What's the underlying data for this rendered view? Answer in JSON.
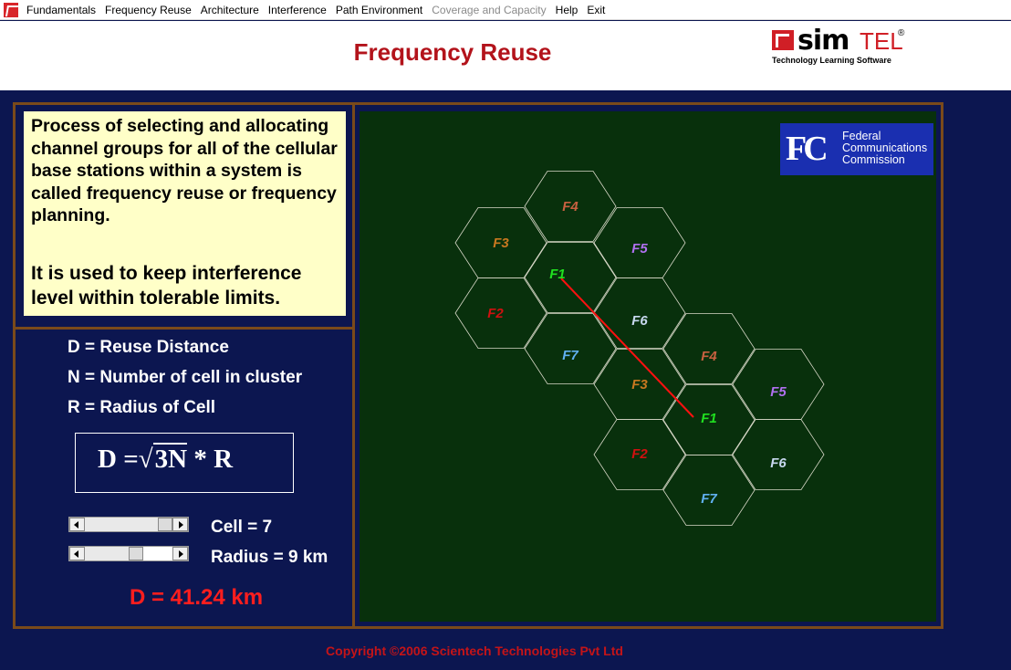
{
  "menu": {
    "items": [
      {
        "label": "Fundamentals",
        "enabled": true
      },
      {
        "label": "Frequency Reuse",
        "enabled": true
      },
      {
        "label": "Architecture",
        "enabled": true
      },
      {
        "label": "Interference",
        "enabled": true
      },
      {
        "label": "Path Environment",
        "enabled": true
      },
      {
        "label": "Coverage and Capacity",
        "enabled": false
      },
      {
        "label": "Help",
        "enabled": true
      },
      {
        "label": "Exit",
        "enabled": true
      }
    ]
  },
  "header": {
    "title": "Frequency Reuse",
    "logo_main": "sim",
    "logo_secondary": "TEL",
    "logo_reg": "®",
    "logo_tagline": "Technology Learning Software",
    "logo_color": "#d01f26"
  },
  "description": {
    "paragraph1": "Process of selecting and allocating channel groups for all of the cellular base stations within a system is called frequency reuse or frequency planning.",
    "paragraph2": "It is used to keep interference level within tolerable limits."
  },
  "legend": {
    "d": "D = Reuse Distance",
    "n": "N = Number of cell in cluster",
    "r": "R =  Radius of Cell"
  },
  "formula": {
    "lhs": "D =",
    "radical": "√",
    "radicand": "3N",
    "rhs": " * R"
  },
  "controls": {
    "cell_label": "Cell = 7",
    "radius_label": "Radius = 9 km",
    "cell_slider_fraction": 1.0,
    "radius_slider_fraction": 0.6
  },
  "result": {
    "text": "D = 41.24 km",
    "color": "#ff1e1e"
  },
  "fcc": {
    "mark": "FC",
    "line1": "Federal",
    "line2": "Communications",
    "line3": "Commission",
    "bg_color": "#1a2fb0"
  },
  "cells": [
    {
      "label": "F4",
      "color": "#c86040"
    },
    {
      "label": "F3",
      "color": "#c87820"
    },
    {
      "label": "F5",
      "color": "#b070f0"
    },
    {
      "label": "F1",
      "color": "#20e020"
    },
    {
      "label": "F2",
      "color": "#d01010"
    },
    {
      "label": "F6",
      "color": "#c8d8f0"
    },
    {
      "label": "F7",
      "color": "#60b0f0"
    },
    {
      "label": "F4",
      "color": "#c86040"
    },
    {
      "label": "F3",
      "color": "#c87820"
    },
    {
      "label": "F5",
      "color": "#b070f0"
    },
    {
      "label": "F1",
      "color": "#20e020"
    },
    {
      "label": "F2",
      "color": "#d01010"
    },
    {
      "label": "F6",
      "color": "#c8d8f0"
    },
    {
      "label": "F7",
      "color": "#60b0f0"
    }
  ],
  "reuse_line_color": "#ff1010",
  "copyright": "Copyright ©2006 Scientech Technologies Pvt Ltd"
}
